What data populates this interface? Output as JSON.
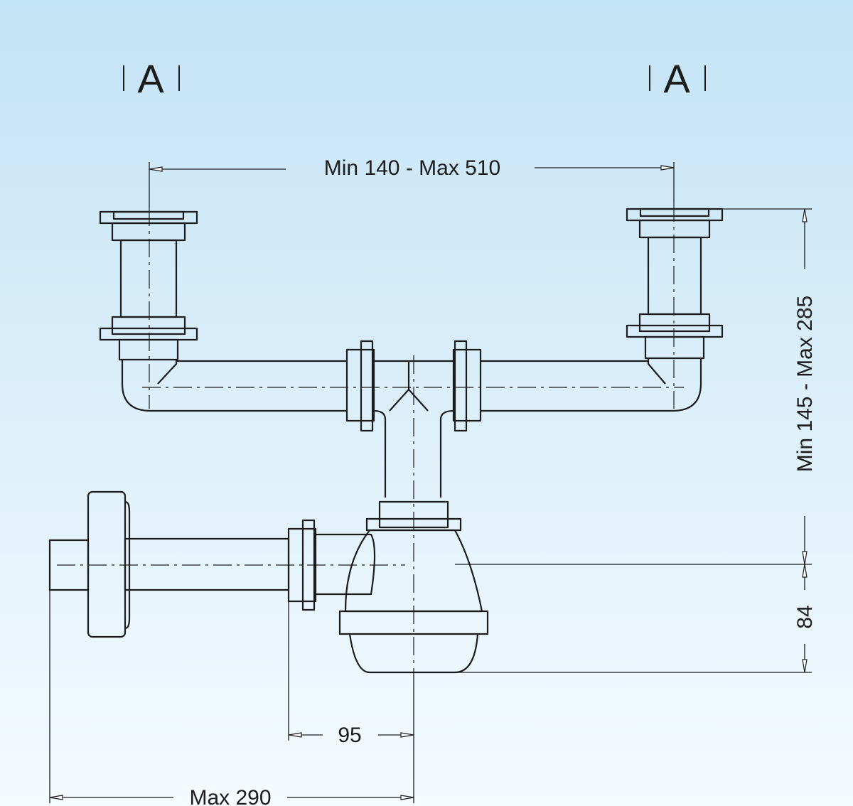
{
  "section_marks": {
    "left": "A",
    "right": "A"
  },
  "dimensions": {
    "inlet_spacing": "Min 140 - Max 510",
    "height": "Min 145 - Max 285",
    "trap_depth": "84",
    "outlet_offset": "95",
    "outlet_length": "Max 290"
  },
  "colors": {
    "background_top": "#c3e3f6",
    "background_bottom": "#f5fbfe",
    "line": "#1c1c1c"
  }
}
